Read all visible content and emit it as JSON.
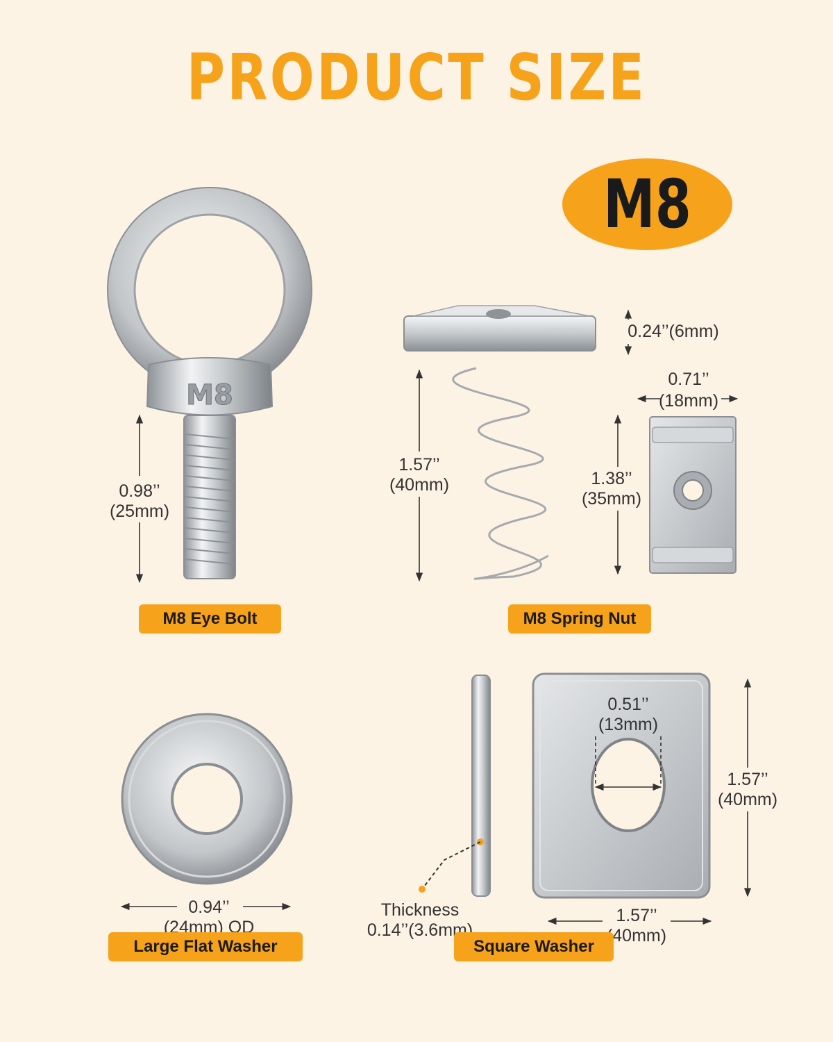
{
  "title": "PRODUCT SIZE",
  "size_badge": "M8",
  "eye_bolt": {
    "label": "M8 Eye Bolt",
    "stamp": "M8",
    "shank_length": [
      "0.98’’",
      "(25mm)"
    ]
  },
  "spring_nut": {
    "label": "M8 Spring Nut",
    "thickness": "0.24’’(6mm)",
    "spring_height": [
      "1.57’’",
      "(40mm)"
    ],
    "width": [
      "0.71’’",
      "(18mm)"
    ],
    "length": [
      "1.38’’",
      "(35mm)"
    ]
  },
  "flat_washer": {
    "label": "Large Flat Washer",
    "outer_diameter": [
      "0.94’’",
      "(24mm) OD"
    ]
  },
  "square_washer": {
    "label": "Square Washer",
    "thickness": [
      "Thickness",
      "0.14’’(3.6mm)"
    ],
    "hole_diameter": [
      "0.51’’",
      "(13mm)"
    ],
    "height": [
      "1.57’’",
      "(40mm)"
    ],
    "width": [
      "1.57’’",
      "(40mm)"
    ]
  },
  "colors": {
    "accent": "#F7A21B",
    "background": "#FDF3E5",
    "steel": "#BFC3C7"
  }
}
